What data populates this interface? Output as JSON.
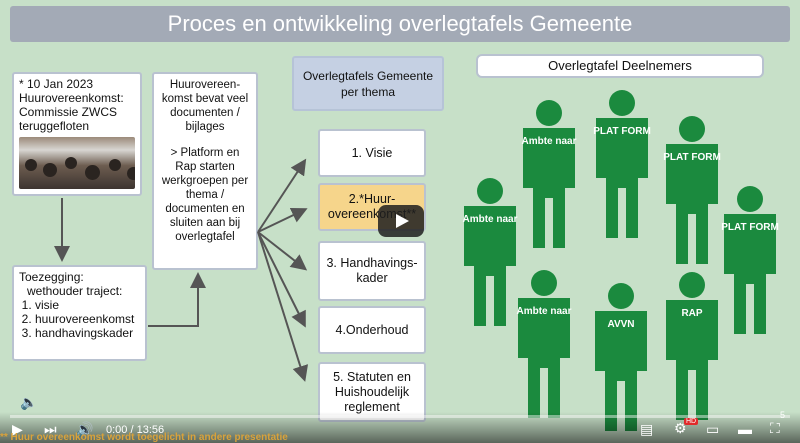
{
  "slide": {
    "title": "Proces en ontwikkeling overlegtafels Gemeente",
    "date_box": {
      "line1": "* 10 Jan 2023",
      "line2": "Huurovereenkomst:",
      "line3": "Commissie ZWCS",
      "line4": "teruggefloten"
    },
    "toezegging": {
      "heading": "Toezegging:",
      "subheading": "wethouder traject:",
      "items": [
        "visie",
        "huurovereenkomst",
        "handhavingskader"
      ]
    },
    "huur_box": {
      "text1": "Huurovereen-komst bevat veel documenten / bijlages",
      "text2": "> Platform en Rap starten werkgroepen per thema / documenten en sluiten aan bij overlegtafel"
    },
    "overleg_thema": "Overlegtafels Gemeente per thema",
    "themes": [
      "1. Visie",
      "2.*Huur-overeenkomst**",
      "3. Handhavings-kader",
      "4.Onderhoud",
      "5. Statuten en Huishoudelijk reglement"
    ],
    "deelnemers_title": "Overlegtafel Deelnemers",
    "persons": [
      {
        "label": "Ambte naar"
      },
      {
        "label": "PLAT FORM"
      },
      {
        "label": "PLAT FORM"
      },
      {
        "label": "Ambte naar"
      },
      {
        "label": "PLAT FORM"
      },
      {
        "label": "Ambte naar"
      },
      {
        "label": "AVVN"
      },
      {
        "label": "RAP"
      }
    ],
    "footnote": "** Huur overeenkomst  wordt toegelicht in andere presentatie",
    "page_number": "5"
  },
  "player": {
    "time": "0:00 / 13:56",
    "hd_badge": "HD"
  },
  "colors": {
    "background": "#c7e0c8",
    "title_bar": "#a3aab6",
    "person_green": "#1b8a3e",
    "highlight": "#f6d58b",
    "arrow": "#555555"
  }
}
